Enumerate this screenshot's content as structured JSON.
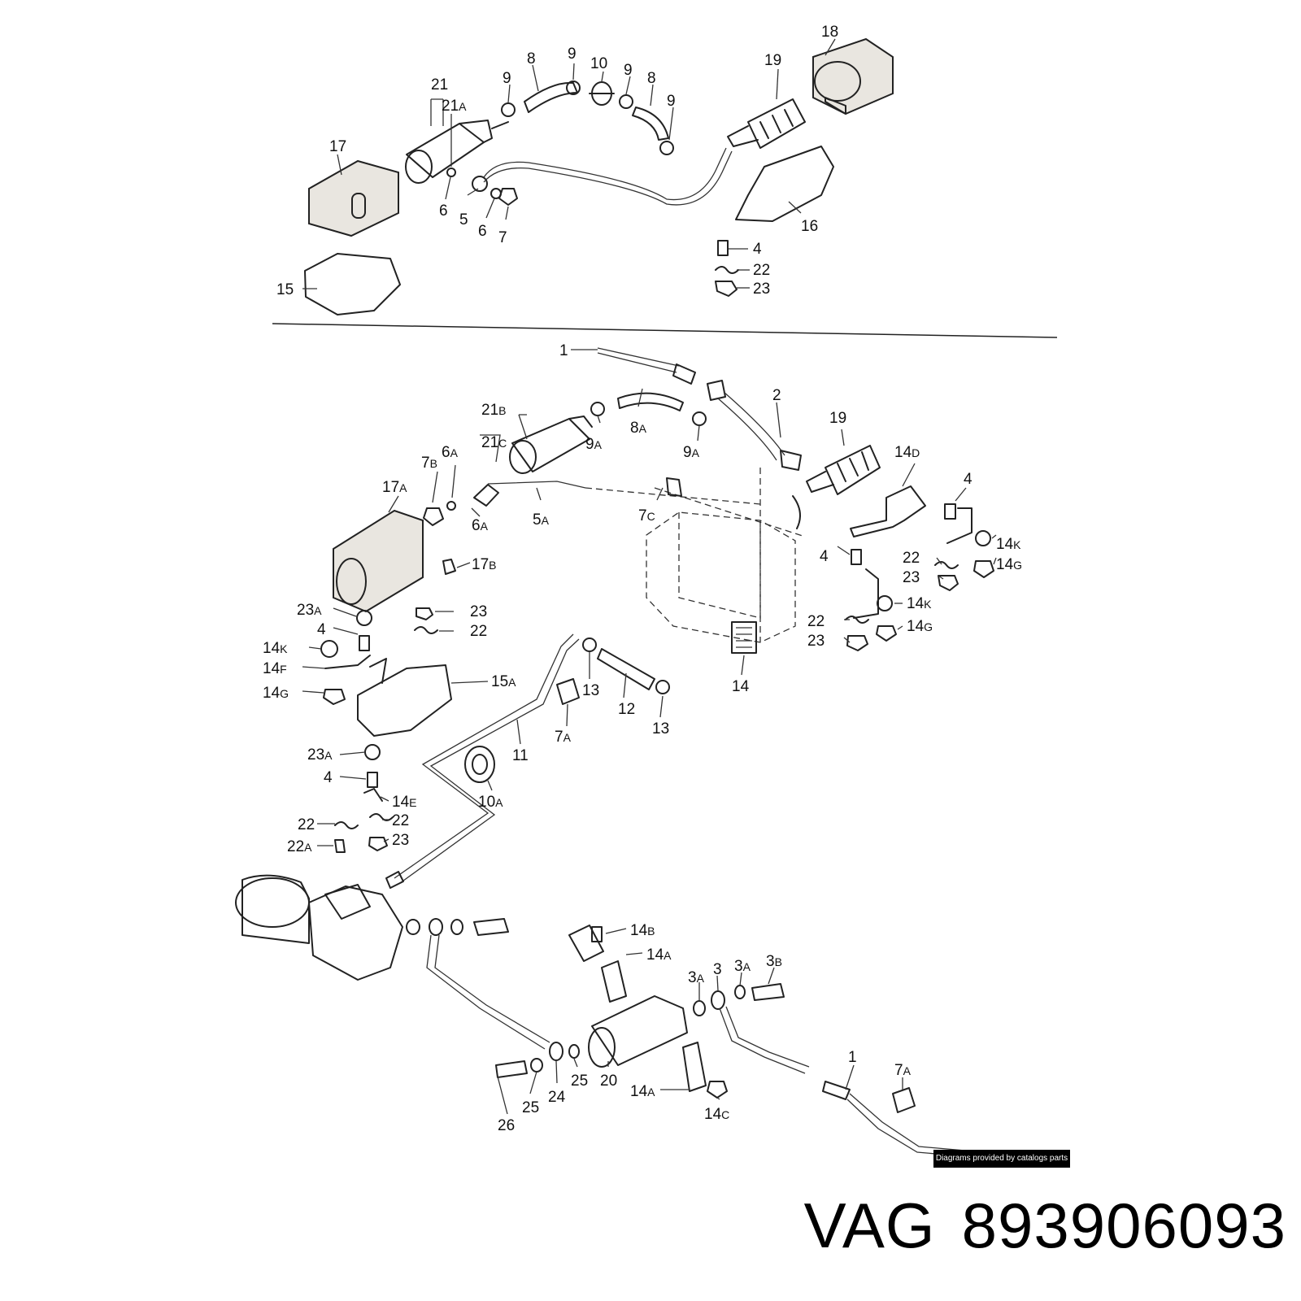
{
  "credit": "Diagrams provided by catalogs parts",
  "footer": {
    "brand": "VAG",
    "part_number": "893906093"
  },
  "callouts": [
    {
      "id": "c1",
      "n": "18",
      "s": ""
    },
    {
      "id": "c2",
      "n": "19",
      "s": ""
    },
    {
      "id": "c3",
      "n": "8",
      "s": ""
    },
    {
      "id": "c4",
      "n": "9",
      "s": ""
    },
    {
      "id": "c5",
      "n": "10",
      "s": ""
    },
    {
      "id": "c6",
      "n": "9",
      "s": ""
    },
    {
      "id": "c7",
      "n": "8",
      "s": ""
    },
    {
      "id": "c8",
      "n": "9",
      "s": ""
    },
    {
      "id": "c9",
      "n": "9",
      "s": ""
    },
    {
      "id": "c10",
      "n": "21",
      "s": ""
    },
    {
      "id": "c11",
      "n": "21",
      "s": "A"
    },
    {
      "id": "c12",
      "n": "17",
      "s": ""
    },
    {
      "id": "c13",
      "n": "6",
      "s": ""
    },
    {
      "id": "c14",
      "n": "5",
      "s": ""
    },
    {
      "id": "c15",
      "n": "6",
      "s": ""
    },
    {
      "id": "c16",
      "n": "7",
      "s": ""
    },
    {
      "id": "c17",
      "n": "16",
      "s": ""
    },
    {
      "id": "c18",
      "n": "4",
      "s": ""
    },
    {
      "id": "c19",
      "n": "22",
      "s": ""
    },
    {
      "id": "c20",
      "n": "23",
      "s": ""
    },
    {
      "id": "c21",
      "n": "15",
      "s": ""
    },
    {
      "id": "c22",
      "n": "1",
      "s": ""
    },
    {
      "id": "c23",
      "n": "2",
      "s": ""
    },
    {
      "id": "c24",
      "n": "19",
      "s": ""
    },
    {
      "id": "c25",
      "n": "21",
      "s": "B"
    },
    {
      "id": "c26",
      "n": "21",
      "s": "C"
    },
    {
      "id": "c27",
      "n": "9",
      "s": "A"
    },
    {
      "id": "c28",
      "n": "8",
      "s": "A"
    },
    {
      "id": "c29",
      "n": "9",
      "s": "A"
    },
    {
      "id": "c30",
      "n": "14",
      "s": "D"
    },
    {
      "id": "c31",
      "n": "7",
      "s": "B"
    },
    {
      "id": "c32",
      "n": "6",
      "s": "A"
    },
    {
      "id": "c33",
      "n": "4",
      "s": ""
    },
    {
      "id": "c34",
      "n": "17",
      "s": "A"
    },
    {
      "id": "c35",
      "n": "6",
      "s": "A"
    },
    {
      "id": "c36",
      "n": "5",
      "s": "A"
    },
    {
      "id": "c37",
      "n": "7",
      "s": "C"
    },
    {
      "id": "c38",
      "n": "14",
      "s": "K"
    },
    {
      "id": "c39",
      "n": "4",
      "s": ""
    },
    {
      "id": "c40",
      "n": "22",
      "s": ""
    },
    {
      "id": "c41",
      "n": "14",
      "s": "G"
    },
    {
      "id": "c42",
      "n": "23",
      "s": ""
    },
    {
      "id": "c43",
      "n": "17",
      "s": "B"
    },
    {
      "id": "c44",
      "n": "23",
      "s": "A"
    },
    {
      "id": "c45",
      "n": "23",
      "s": ""
    },
    {
      "id": "c46",
      "n": "4",
      "s": ""
    },
    {
      "id": "c47",
      "n": "22",
      "s": ""
    },
    {
      "id": "c48",
      "n": "14",
      "s": "K"
    },
    {
      "id": "c49",
      "n": "22",
      "s": ""
    },
    {
      "id": "c50",
      "n": "14",
      "s": "G"
    },
    {
      "id": "c51",
      "n": "23",
      "s": ""
    },
    {
      "id": "c52",
      "n": "14",
      "s": "K"
    },
    {
      "id": "c53",
      "n": "14",
      "s": "F"
    },
    {
      "id": "c54",
      "n": "15",
      "s": "A"
    },
    {
      "id": "c55",
      "n": "14",
      "s": "G"
    },
    {
      "id": "c56",
      "n": "13",
      "s": ""
    },
    {
      "id": "c57",
      "n": "12",
      "s": ""
    },
    {
      "id": "c58",
      "n": "13",
      "s": ""
    },
    {
      "id": "c59",
      "n": "14",
      "s": ""
    },
    {
      "id": "c60",
      "n": "7",
      "s": "A"
    },
    {
      "id": "c61",
      "n": "11",
      "s": ""
    },
    {
      "id": "c62",
      "n": "23",
      "s": "A"
    },
    {
      "id": "c63",
      "n": "4",
      "s": ""
    },
    {
      "id": "c64",
      "n": "10",
      "s": "A"
    },
    {
      "id": "c65",
      "n": "14",
      "s": "E"
    },
    {
      "id": "c66",
      "n": "22",
      "s": ""
    },
    {
      "id": "c67",
      "n": "22",
      "s": ""
    },
    {
      "id": "c68",
      "n": "22",
      "s": "A"
    },
    {
      "id": "c69",
      "n": "23",
      "s": ""
    },
    {
      "id": "c70",
      "n": "14",
      "s": "B"
    },
    {
      "id": "c71",
      "n": "14",
      "s": "A"
    },
    {
      "id": "c72",
      "n": "3",
      "s": "A"
    },
    {
      "id": "c73",
      "n": "3",
      "s": ""
    },
    {
      "id": "c74",
      "n": "3",
      "s": "A"
    },
    {
      "id": "c75",
      "n": "3",
      "s": "B"
    },
    {
      "id": "c76",
      "n": "25",
      "s": ""
    },
    {
      "id": "c77",
      "n": "20",
      "s": ""
    },
    {
      "id": "c78",
      "n": "24",
      "s": ""
    },
    {
      "id": "c79",
      "n": "25",
      "s": ""
    },
    {
      "id": "c80",
      "n": "14",
      "s": "A"
    },
    {
      "id": "c81",
      "n": "14",
      "s": "C"
    },
    {
      "id": "c82",
      "n": "1",
      "s": ""
    },
    {
      "id": "c83",
      "n": "7",
      "s": "A"
    },
    {
      "id": "c84",
      "n": "26",
      "s": ""
    }
  ]
}
